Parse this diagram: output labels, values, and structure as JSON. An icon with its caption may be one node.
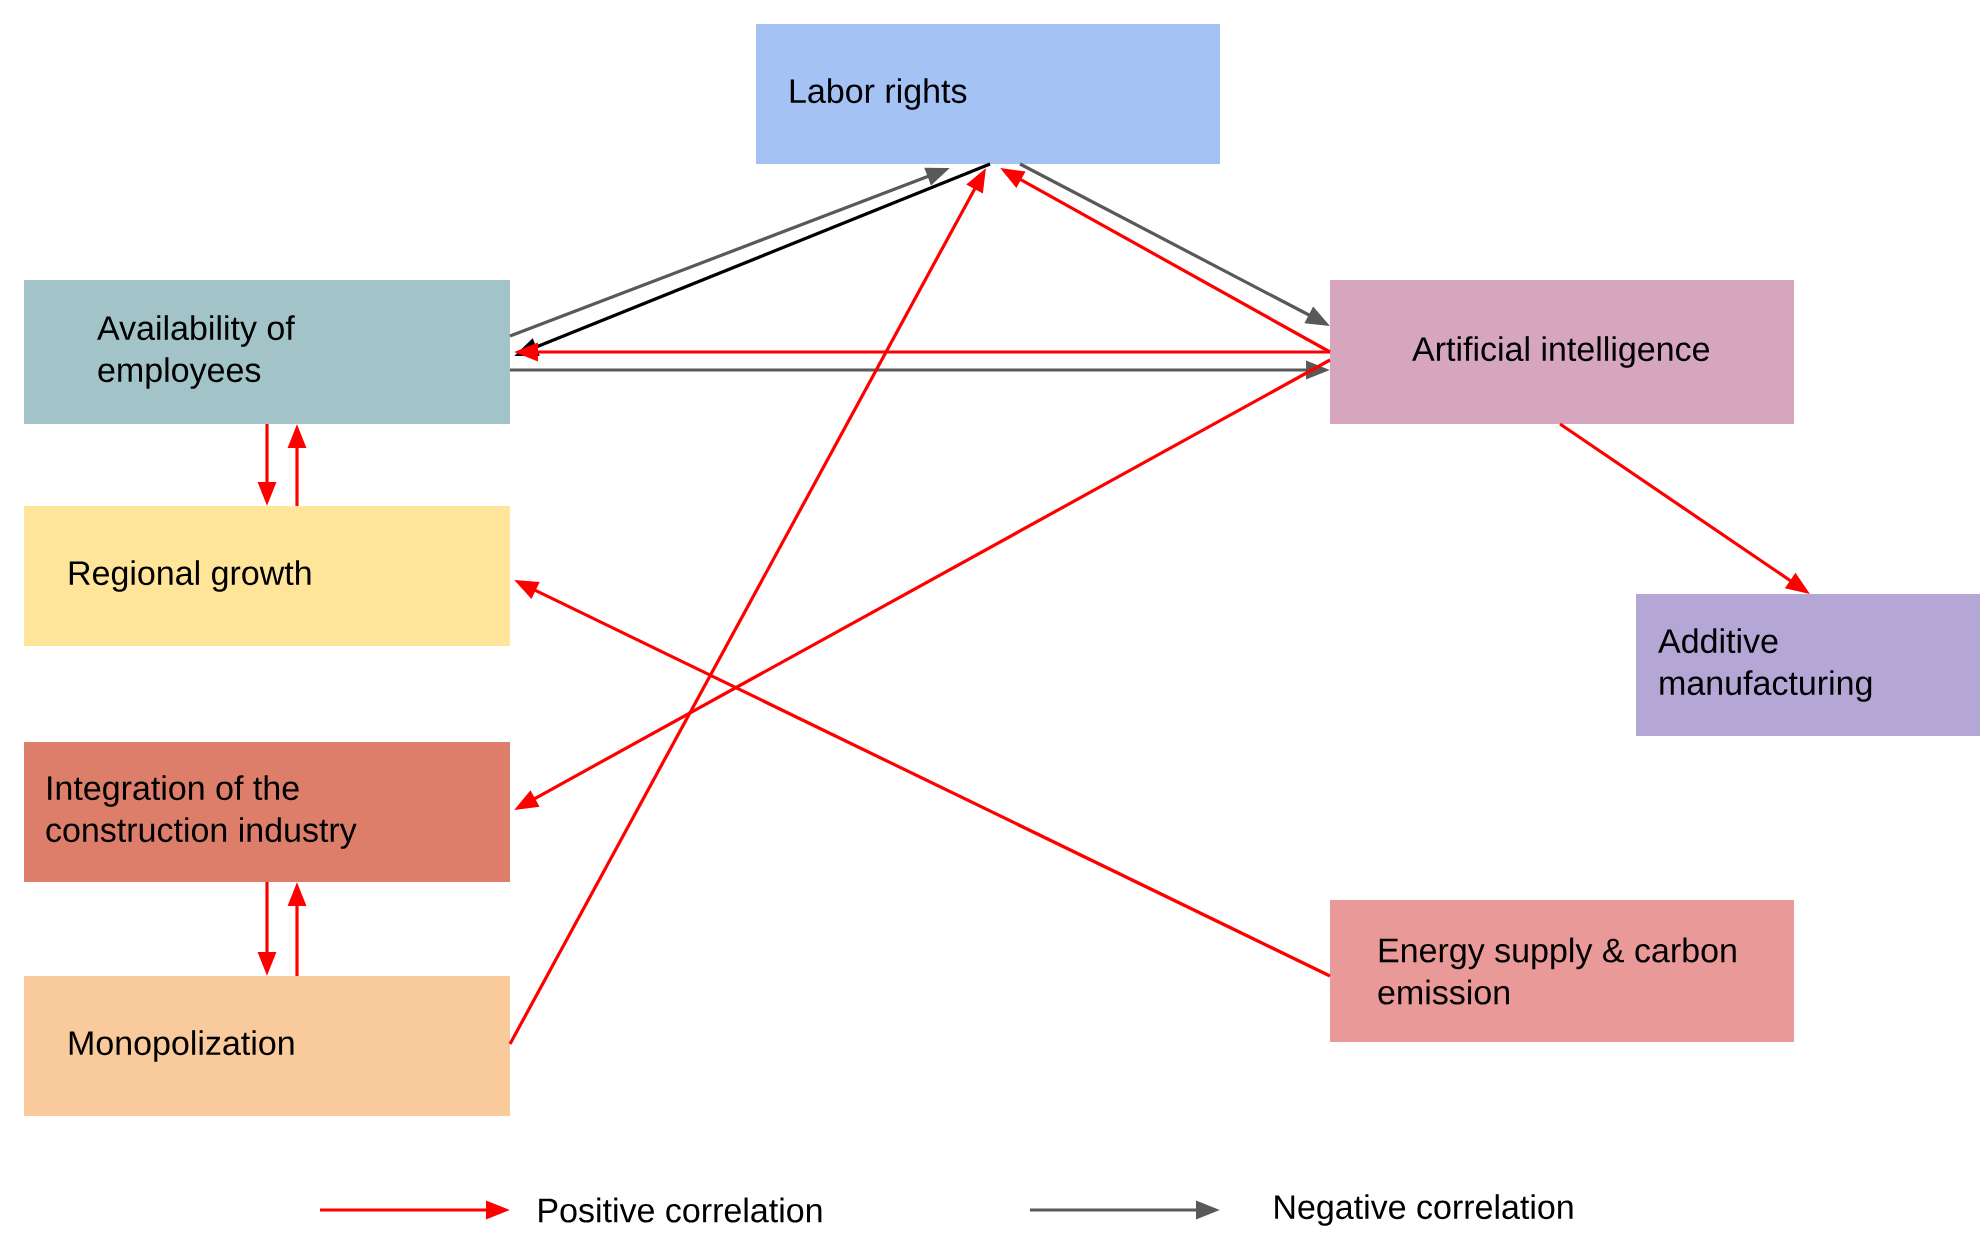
{
  "diagram": {
    "nodes": [
      {
        "text": [
          "Labor rights"
        ]
      },
      {
        "text": [
          "Availability of employees"
        ]
      },
      {
        "text": [
          "Regional growth"
        ]
      },
      {
        "text": [
          "Integration of the construction industry"
        ]
      },
      {
        "text": [
          "Monopolization"
        ]
      },
      {
        "text": [
          "Artificial intelligence"
        ]
      },
      {
        "text": [
          "Additive manufacturing"
        ]
      },
      {
        "text": [
          "Energy supply & carbon emission"
        ]
      }
    ],
    "edges": [
      {
        "from": 1,
        "to": 0,
        "arrow": "to",
        "color": "#595959"
      },
      {
        "from": 0,
        "to": 1,
        "arrow": "to",
        "color": "#000000"
      },
      {
        "from": 0,
        "to": 5,
        "arrow": "to",
        "color": "#595959"
      },
      {
        "from": 5,
        "to": 0,
        "arrow": "to"
      },
      {
        "from": 5,
        "to": 1,
        "arrow": "to"
      },
      {
        "from": 1,
        "to": 5,
        "arrow": "to",
        "color": "#595959"
      },
      {
        "from": 5,
        "to": 3,
        "arrow": "to"
      },
      {
        "from": 4,
        "to": 0,
        "arrow": "to"
      },
      {
        "from": 1,
        "to": 2,
        "arrow": "to"
      },
      {
        "from": 2,
        "to": 1,
        "arrow": "to"
      },
      {
        "from": 3,
        "to": 4,
        "arrow": "to"
      },
      {
        "from": 4,
        "to": 3,
        "arrow": "to"
      },
      {
        "from": 5,
        "to": 6,
        "arrow": "to"
      },
      {
        "from": 7,
        "to": 2,
        "arrow": "to"
      }
    ],
    "legend": [
      {
        "text": "Positive correlation",
        "color": "#ff0000"
      },
      {
        "text": "Negative correlation",
        "color": "#595959"
      }
    ]
  }
}
